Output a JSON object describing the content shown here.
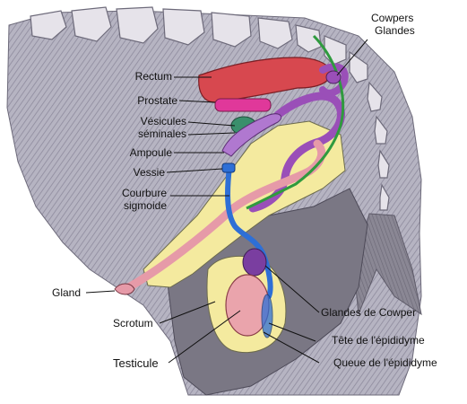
{
  "labels": {
    "cowpers": "Cowpers",
    "glandes": "Glandes",
    "rectum": "Rectum",
    "prostate": "Prostate",
    "vesicules": "Vésicules",
    "seminales": "séminales",
    "ampoule": "Ampoule",
    "vessie": "Vessie",
    "courbure": "Courbure",
    "sigmoide": "sigmoide",
    "gland": "Gland",
    "scrotum": "Scrotum",
    "testicule": "Testicule",
    "glandes_de_cowper": "Glandes de Cowper",
    "tete_epididyme": "Tête de l'épididyme",
    "queue_epididyme": "Queue de l'épididyme"
  },
  "colors": {
    "body_hatch": "#a9a7b6",
    "vertebra": "#e6e3ea",
    "rectum": "#d94a52",
    "prostate": "#e03c9a",
    "vesicules": "#3c8f6e",
    "ampoule": "#b07ad0",
    "duct_purple": "#8c45a8",
    "urethra_pink": "#e79aa7",
    "vas_deferens_blue": "#2f6fd8",
    "fat_yellow": "#f3e9a0",
    "testis": "#e9a6ad",
    "scrotum_grey": "#76737f",
    "nerve_green": "#2f9a3e"
  }
}
